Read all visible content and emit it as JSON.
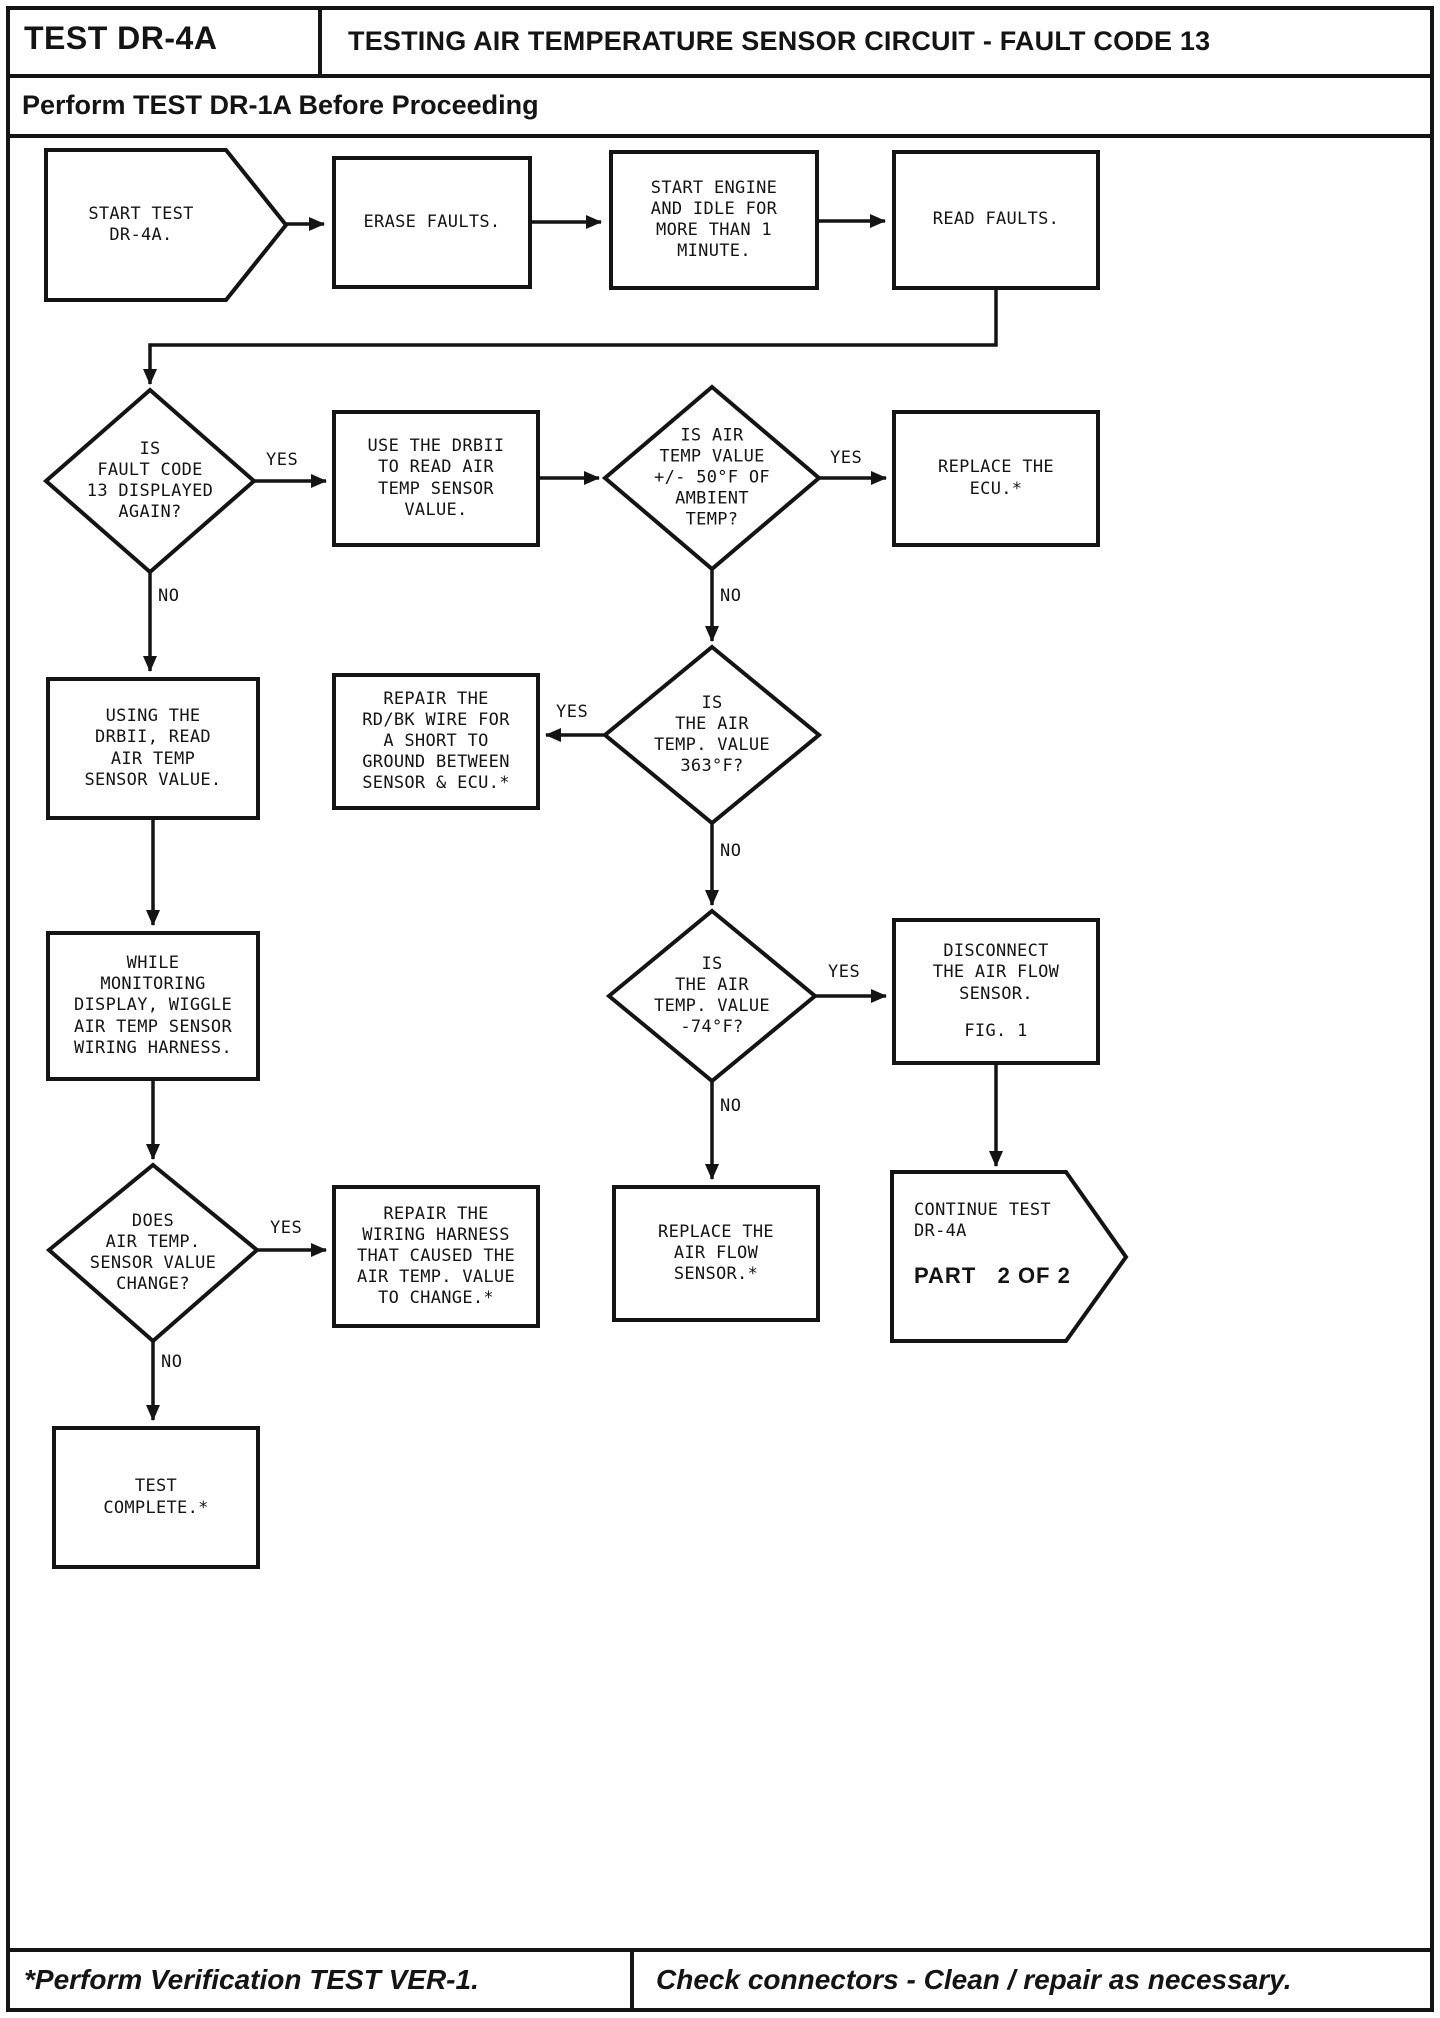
{
  "colors": {
    "ink": "#141414",
    "paper": "#ffffff"
  },
  "header": {
    "test_id": "TEST DR-4A",
    "title": "TESTING AIR TEMPERATURE SENSOR CIRCUIT - FAULT CODE 13",
    "subtitle": "Perform TEST DR-1A Before Proceeding"
  },
  "flow": {
    "start": "START TEST\nDR-4A.",
    "erase_faults": "ERASE FAULTS.",
    "start_engine": "START ENGINE\nAND IDLE FOR\nMORE THAN 1\nMINUTE.",
    "read_faults": "READ FAULTS.",
    "d1_fault_code": "IS\nFAULT CODE\n13 DISPLAYED\nAGAIN?",
    "use_drbii": "USE THE DRBII\nTO READ AIR\nTEMP SENSOR\nVALUE.",
    "d2_ambient": "IS AIR\nTEMP VALUE\n+/- 50°F OF\nAMBIENT\nTEMP?",
    "replace_ecu": "REPLACE THE\nECU.*",
    "using_drbii": "USING THE\nDRBII, READ\nAIR TEMP\nSENSOR VALUE.",
    "repair_rdbk": "REPAIR THE\nRD/BK WIRE FOR\nA SHORT TO\nGROUND BETWEEN\nSENSOR & ECU.*",
    "d3_363": "IS\nTHE AIR\nTEMP. VALUE\n363°F?",
    "d4_minus74": "IS\nTHE AIR\nTEMP. VALUE\n-74°F?",
    "disconnect_airflow": "DISCONNECT\nTHE AIR FLOW\nSENSOR.",
    "disconnect_fig": "FIG. 1",
    "wiggle_harness": "WHILE\nMONITORING\nDISPLAY, WIGGLE\nAIR TEMP SENSOR\nWIRING HARNESS.",
    "d5_change": "DOES\nAIR TEMP.\nSENSOR VALUE\nCHANGE?",
    "repair_harness": "REPAIR THE\nWIRING HARNESS\nTHAT CAUSED THE\nAIR TEMP. VALUE\nTO CHANGE.*",
    "replace_airflow": "REPLACE THE\nAIR FLOW\nSENSOR.*",
    "continue_test": "CONTINUE TEST\nDR-4A",
    "continue_part": "PART   2 OF 2",
    "test_complete": "TEST\nCOMPLETE.*",
    "yes": "YES",
    "no": "NO"
  },
  "footer": {
    "left": "*Perform Verification TEST VER-1.",
    "right": "Check connectors - Clean / repair as  necessary."
  }
}
